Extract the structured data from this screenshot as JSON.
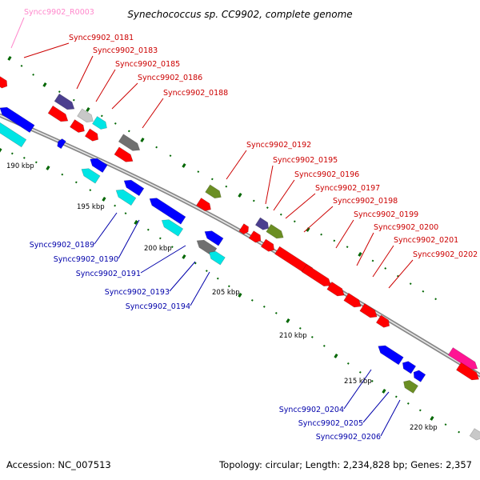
{
  "title": "Synechococcus sp. CC9902, complete genome",
  "footer": {
    "accession": "Accession: NC_007513",
    "summary": "Topology: circular; Length: 2,234,828 bp; Genes: 2,357"
  },
  "colors": {
    "forward_label": "#cc0000",
    "reverse_label": "#0000aa",
    "rna_label": "#ff88cc",
    "backbone": "#999999",
    "tick": "#006600",
    "gene_red": "#ff0000",
    "gene_blue": "#0000ff",
    "gene_cyan": "#00e5e5",
    "gene_navy": "#4b3f8f",
    "gene_olive": "#6b8e23",
    "gene_gray": "#707070",
    "gene_lightgray": "#c8c8c8",
    "gene_magenta": "#ff1493"
  },
  "kbp_labels": [
    {
      "text": "190 kbp",
      "kb": 190
    },
    {
      "text": "195 kbp",
      "kb": 195
    },
    {
      "text": "200 kbp",
      "kb": 200
    },
    {
      "text": "205 kbp",
      "kb": 205
    },
    {
      "text": "210 kbp",
      "kb": 210
    },
    {
      "text": "215 kbp",
      "kb": 215
    },
    {
      "text": "220 kbp",
      "kb": 220
    }
  ],
  "genes_forward": [
    {
      "name": "Syncc9902_R0003",
      "type": "rna"
    },
    {
      "name": "Syncc9902_0181"
    },
    {
      "name": "Syncc9902_0183"
    },
    {
      "name": "Syncc9902_0185"
    },
    {
      "name": "Syncc9902_0186"
    },
    {
      "name": "Syncc9902_0188"
    },
    {
      "name": "Syncc9902_0192"
    },
    {
      "name": "Syncc9902_0195"
    },
    {
      "name": "Syncc9902_0196"
    },
    {
      "name": "Syncc9902_0197"
    },
    {
      "name": "Syncc9902_0198"
    },
    {
      "name": "Syncc9902_0199"
    },
    {
      "name": "Syncc9902_0200"
    },
    {
      "name": "Syncc9902_0201"
    },
    {
      "name": "Syncc9902_0202"
    }
  ],
  "genes_reverse": [
    {
      "name": "Syncc9902_0189"
    },
    {
      "name": "Syncc9902_0190"
    },
    {
      "name": "Syncc9902_0191"
    },
    {
      "name": "Syncc9902_0193"
    },
    {
      "name": "Syncc9902_0194"
    },
    {
      "name": "Syncc9902_0204"
    },
    {
      "name": "Syncc9902_0205"
    },
    {
      "name": "Syncc9902_0206"
    }
  ]
}
